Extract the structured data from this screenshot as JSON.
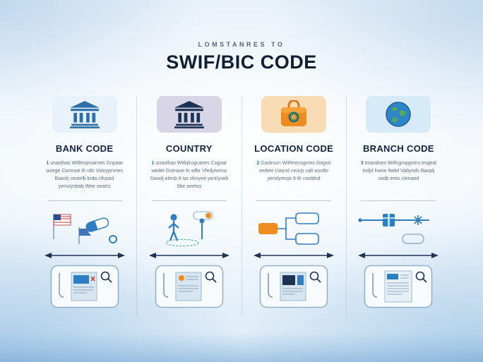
{
  "header": {
    "eyebrow": "LOMSTANRES TO",
    "title": "SWIF/BIC CODE"
  },
  "colors": {
    "accent_blue": "#2d7fc1",
    "navy": "#1d3354",
    "orange": "#ef8c1f",
    "teal": "#15766d",
    "heading_text": "#13243e",
    "body_text": "#5d6c7c"
  },
  "columns": [
    {
      "heading": "BANK CODE",
      "number": "1",
      "body": "unasthas Witfenpmarnes Gnpaar wzege Comnse th rdtr Vidnyprvnes Baoolj ceserlb krda clfusod yens/ynbab Wee oeatrs",
      "tile_bg": "#e9f2fb",
      "icon": "bank-building-icon",
      "illustration_icons": [
        "us-flag-icon",
        "capsule-icon",
        "pennant-flag-icon",
        "ring-icon"
      ]
    },
    {
      "heading": "COUNTRY",
      "number": "1",
      "body": "unasthas Witbjlrogcanes Cogsar wedel Gotnase fe wfbr Vfedyiwnss Saoolj elenb 8 tar ohnyed yenl/yseb 9be aeetos",
      "tile_bg": "#d8d5e7",
      "icon": "bank-building-dark-icon",
      "illustration_icons": [
        "toggle-icon",
        "map-pin-icon",
        "person-icon",
        "ground-ellipse-icon"
      ]
    },
    {
      "heading": "LOCATION CODE",
      "number": "2",
      "body": "Gastnum Witfmecognms Gogstr vedete Uasnd ceurjs calt wzolbr yendyrecpt 8 tfr ceoldnd",
      "tile_bg": "#f8dcb6",
      "icon": "briefcase-icon",
      "illustration_icons": [
        "flowchart-icon"
      ]
    },
    {
      "heading": "BRANCH CODE",
      "number": "3",
      "body": "tmasdnes Witfcgmpgnms tmgeal tndjd lrwne 9wlel Vabynds Baoplj cedb ereu clenaed",
      "tile_bg": "#d6eaf7",
      "icon": "globe-icon",
      "illustration_icons": [
        "slider-icon",
        "gift-box-icon",
        "snowflake-icon",
        "pill-outline-icon"
      ]
    }
  ],
  "footer_icons": [
    "double-arrow-icon",
    "document-preview-icon",
    "magnifier-icon",
    "hook-icon"
  ]
}
